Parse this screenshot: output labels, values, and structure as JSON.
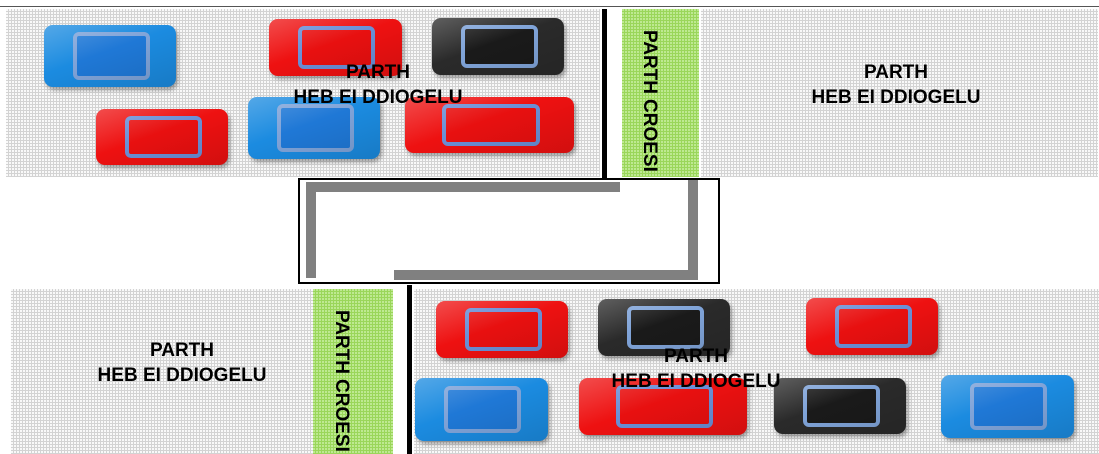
{
  "zones": {
    "top_left": {
      "line1": "PARTH",
      "line2": "HEB EI DDIOGELU"
    },
    "top_right": {
      "line1": "PARTH",
      "line2": "HEB EI DDIOGELU"
    },
    "bottom_left": {
      "line1": "PARTH",
      "line2": "HEB EI DDIOGELU"
    },
    "bottom_right": {
      "line1": "PARTH",
      "line2": "HEB EI DDIOGELU"
    }
  },
  "crossings": {
    "top": {
      "line1": "PARTH",
      "line2": "CROESI"
    },
    "bottom": {
      "line1": "PARTH",
      "line2": "CROESI"
    }
  },
  "colors": {
    "zone": "#d3d3d3",
    "crossing": "#9ad65a",
    "car_red": "#ee1111",
    "car_blue": "#1b8be0",
    "car_black": "#2a2a2a",
    "path": "#808080"
  }
}
